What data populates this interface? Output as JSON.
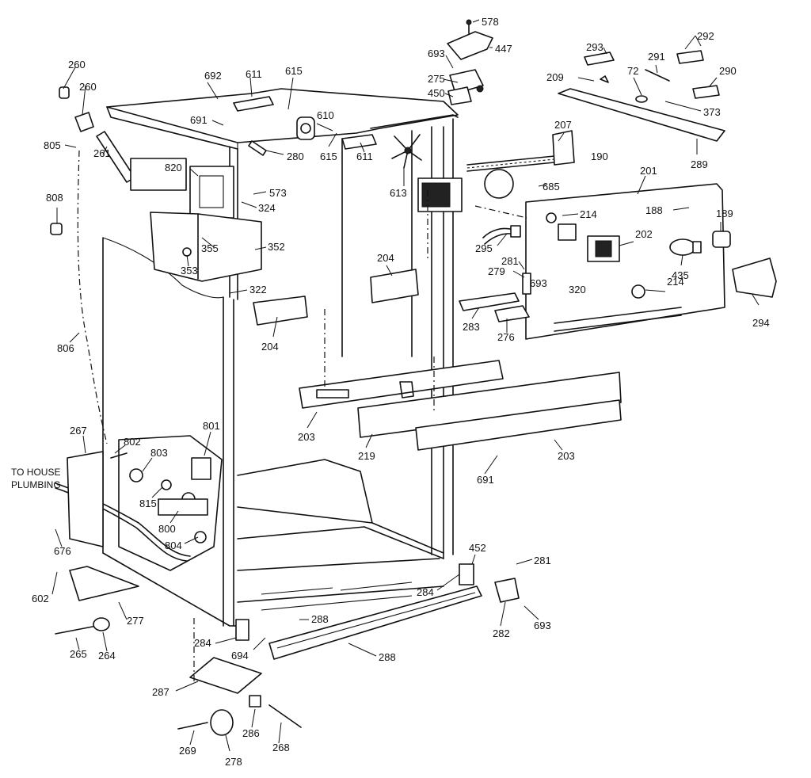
{
  "callouts": [
    {
      "id": "578",
      "text": "578"
    },
    {
      "id": "693a",
      "text": "693"
    },
    {
      "id": "447",
      "text": "447"
    },
    {
      "id": "275",
      "text": "275"
    },
    {
      "id": "450",
      "text": "450"
    },
    {
      "id": "293",
      "text": "293"
    },
    {
      "id": "292",
      "text": "292"
    },
    {
      "id": "291",
      "text": "291"
    },
    {
      "id": "290",
      "text": "290"
    },
    {
      "id": "209",
      "text": "209"
    },
    {
      "id": "72",
      "text": "72"
    },
    {
      "id": "373",
      "text": "373"
    },
    {
      "id": "289",
      "text": "289"
    },
    {
      "id": "190",
      "text": "190"
    },
    {
      "id": "207",
      "text": "207"
    },
    {
      "id": "201",
      "text": "201"
    },
    {
      "id": "188",
      "text": "188"
    },
    {
      "id": "189",
      "text": "189"
    },
    {
      "id": "685",
      "text": "685"
    },
    {
      "id": "214a",
      "text": "214"
    },
    {
      "id": "202",
      "text": "202"
    },
    {
      "id": "435",
      "text": "435"
    },
    {
      "id": "294",
      "text": "294"
    },
    {
      "id": "214b",
      "text": "214"
    },
    {
      "id": "295",
      "text": "295"
    },
    {
      "id": "281a",
      "text": "281"
    },
    {
      "id": "279",
      "text": "279"
    },
    {
      "id": "693b",
      "text": "693"
    },
    {
      "id": "320",
      "text": "320"
    },
    {
      "id": "283",
      "text": "283"
    },
    {
      "id": "276",
      "text": "276"
    },
    {
      "id": "204a",
      "text": "204"
    },
    {
      "id": "260a",
      "text": "260"
    },
    {
      "id": "260b",
      "text": "260"
    },
    {
      "id": "692",
      "text": "692"
    },
    {
      "id": "611a",
      "text": "611"
    },
    {
      "id": "615a",
      "text": "615"
    },
    {
      "id": "691a",
      "text": "691"
    },
    {
      "id": "610",
      "text": "610"
    },
    {
      "id": "805",
      "text": "805"
    },
    {
      "id": "261",
      "text": "261"
    },
    {
      "id": "280",
      "text": "280"
    },
    {
      "id": "615b",
      "text": "615"
    },
    {
      "id": "611b",
      "text": "611"
    },
    {
      "id": "613",
      "text": "613"
    },
    {
      "id": "820",
      "text": "820"
    },
    {
      "id": "573",
      "text": "573"
    },
    {
      "id": "324",
      "text": "324"
    },
    {
      "id": "808",
      "text": "808"
    },
    {
      "id": "355",
      "text": "355"
    },
    {
      "id": "352",
      "text": "352"
    },
    {
      "id": "353",
      "text": "353"
    },
    {
      "id": "322",
      "text": "322"
    },
    {
      "id": "204b",
      "text": "204"
    },
    {
      "id": "806",
      "text": "806"
    },
    {
      "id": "203a",
      "text": "203"
    },
    {
      "id": "219",
      "text": "219"
    },
    {
      "id": "203b",
      "text": "203"
    },
    {
      "id": "691b",
      "text": "691"
    },
    {
      "id": "267",
      "text": "267"
    },
    {
      "id": "802",
      "text": "802"
    },
    {
      "id": "801",
      "text": "801"
    },
    {
      "id": "803",
      "text": "803"
    },
    {
      "id": "815",
      "text": "815"
    },
    {
      "id": "800",
      "text": "800"
    },
    {
      "id": "804",
      "text": "804"
    },
    {
      "id": "676",
      "text": "676"
    },
    {
      "id": "602",
      "text": "602"
    },
    {
      "id": "277",
      "text": "277"
    },
    {
      "id": "265",
      "text": "265"
    },
    {
      "id": "264",
      "text": "264"
    },
    {
      "id": "452",
      "text": "452"
    },
    {
      "id": "281b",
      "text": "281"
    },
    {
      "id": "284a",
      "text": "284"
    },
    {
      "id": "282",
      "text": "282"
    },
    {
      "id": "693c",
      "text": "693"
    },
    {
      "id": "288a",
      "text": "288"
    },
    {
      "id": "288b",
      "text": "288"
    },
    {
      "id": "284b",
      "text": "284"
    },
    {
      "id": "694",
      "text": "694"
    },
    {
      "id": "287",
      "text": "287"
    },
    {
      "id": "286",
      "text": "286"
    },
    {
      "id": "268",
      "text": "268"
    },
    {
      "id": "269",
      "text": "269"
    },
    {
      "id": "278",
      "text": "278"
    }
  ],
  "notes": {
    "plumbing_line1": "TO HOUSE",
    "plumbing_line2": "PLUMBING"
  }
}
